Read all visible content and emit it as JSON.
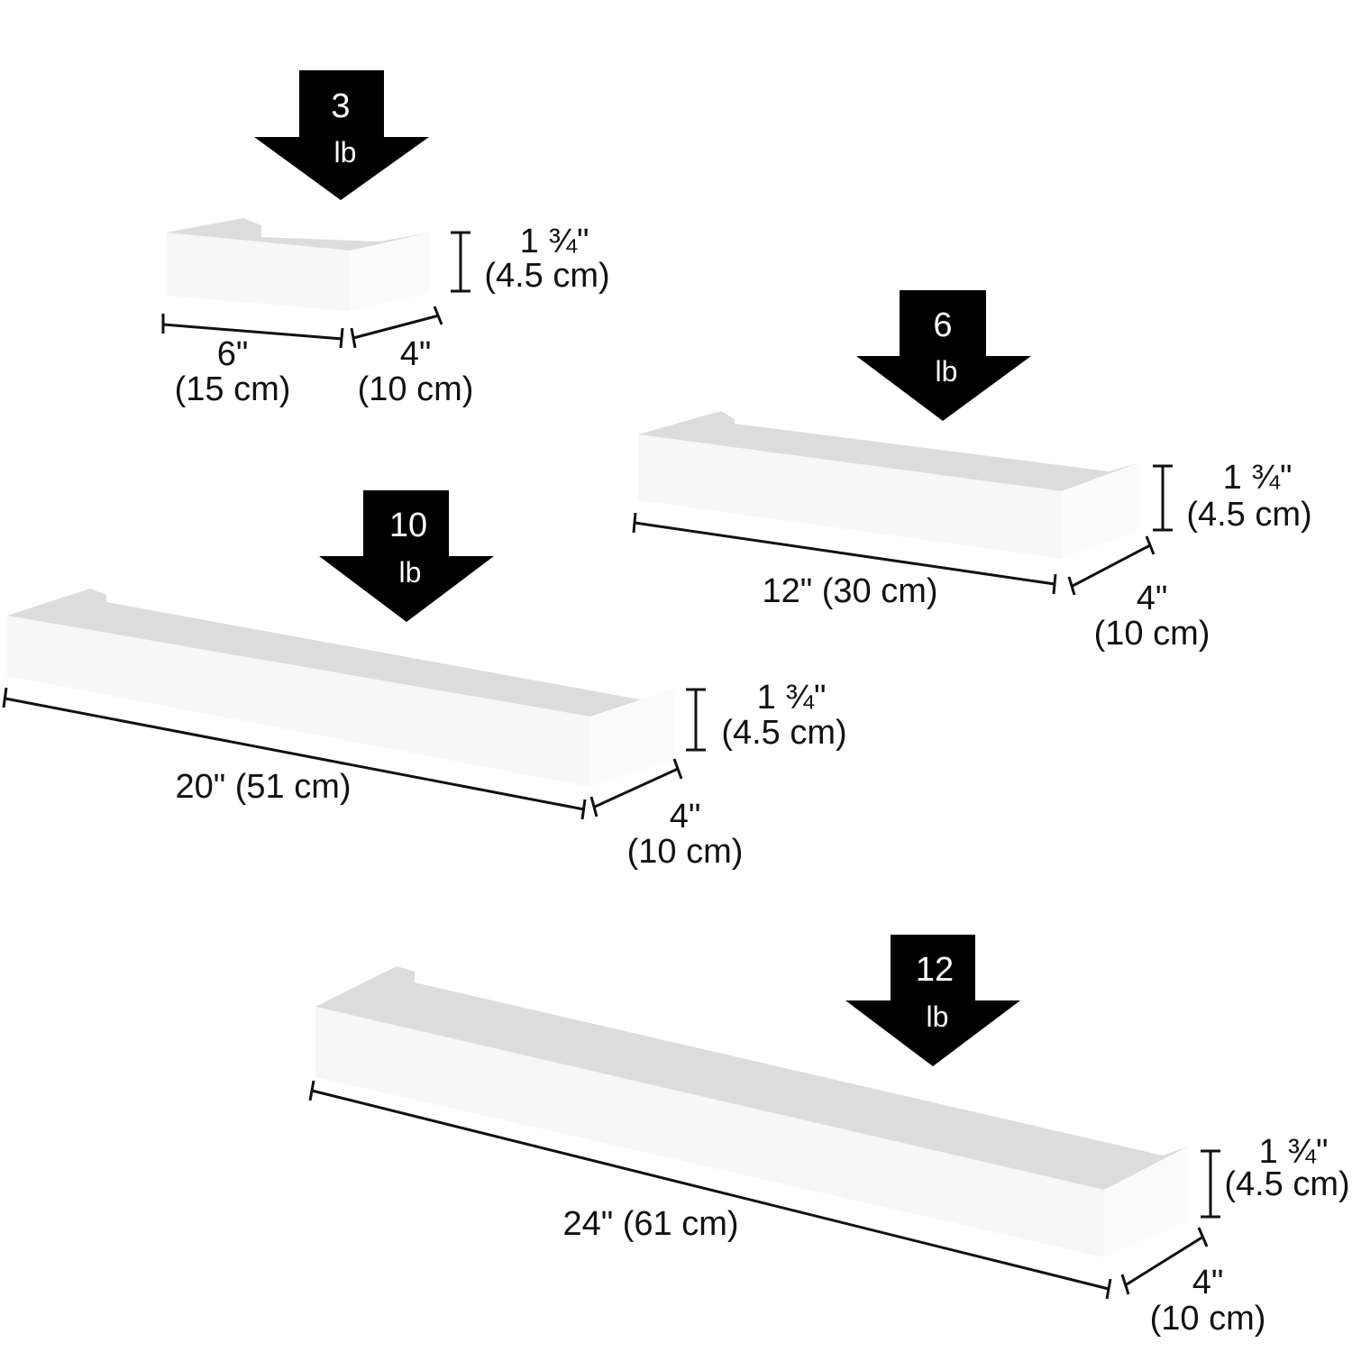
{
  "colors": {
    "arrow": "#000000",
    "shelf": "#f7f7f7",
    "shelf_top": "#dcdcdc",
    "text": "#111111"
  },
  "shelves": [
    {
      "weight_value": "3",
      "weight_unit": "lb",
      "width": "6\"",
      "width_cm": "(15 cm)",
      "depth": "4\"",
      "depth_cm": "(10 cm)",
      "height": "1 ¾\"",
      "height_cm": "(4.5 cm)"
    },
    {
      "weight_value": "6",
      "weight_unit": "lb",
      "width_full": "12\" (30 cm)",
      "depth": "4\"",
      "depth_cm": "(10 cm)",
      "height": "1 ¾\"",
      "height_cm": "(4.5 cm)"
    },
    {
      "weight_value": "10",
      "weight_unit": "lb",
      "width_full": "20\" (51 cm)",
      "depth": "4\"",
      "depth_cm": "(10 cm)",
      "height": "1 ¾\"",
      "height_cm": "(4.5 cm)"
    },
    {
      "weight_value": "12",
      "weight_unit": "lb",
      "width_full": "24\" (61 cm)",
      "depth": "4\"",
      "depth_cm": "(10 cm)",
      "height": "1 ¾\"",
      "height_cm": "(4.5 cm)"
    }
  ]
}
